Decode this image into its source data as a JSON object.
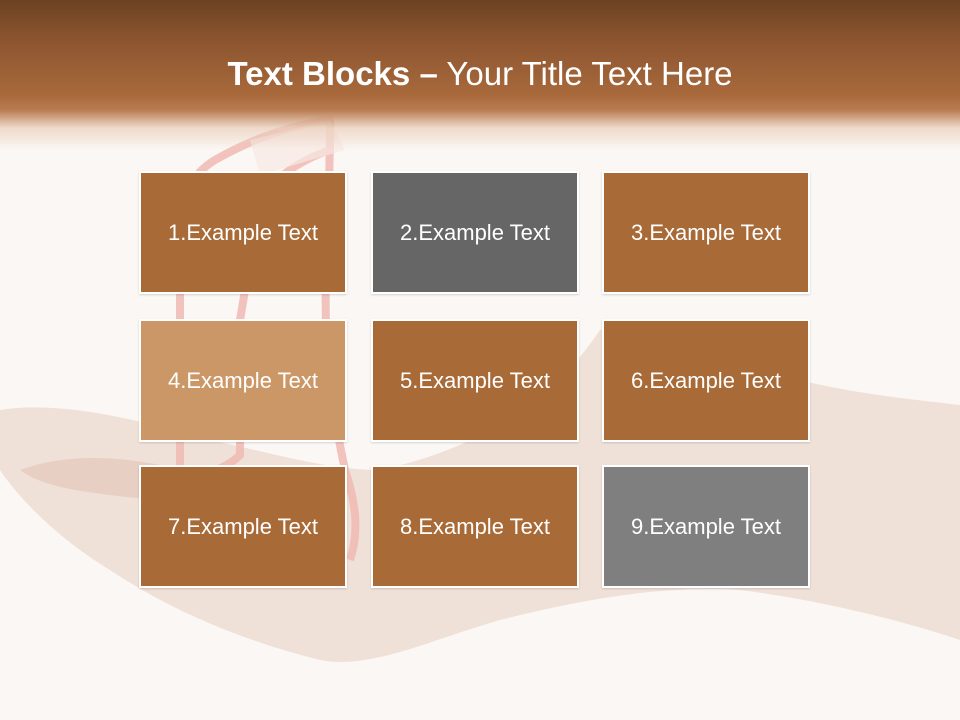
{
  "slide": {
    "title_bold": "Text Blocks",
    "title_dash": "–",
    "title_rest": "Your Title Text Here"
  },
  "blocks": [
    {
      "label": "1.Example Text",
      "color": "#a86a37"
    },
    {
      "label": "2.Example Text",
      "color": "#666666"
    },
    {
      "label": "3.Example Text",
      "color": "#a86a37"
    },
    {
      "label": "4.Example Text",
      "color": "#cc9767"
    },
    {
      "label": "5.Example Text",
      "color": "#a86a37"
    },
    {
      "label": "6.Example Text",
      "color": "#a86a37"
    },
    {
      "label": "7.Example Text",
      "color": "#a86a37"
    },
    {
      "label": "8.Example Text",
      "color": "#a86a37"
    },
    {
      "label": "9.Example Text",
      "color": "#7f7f7f"
    }
  ],
  "colors": {
    "header": "#a8693b",
    "background": "#fbf7f4"
  }
}
